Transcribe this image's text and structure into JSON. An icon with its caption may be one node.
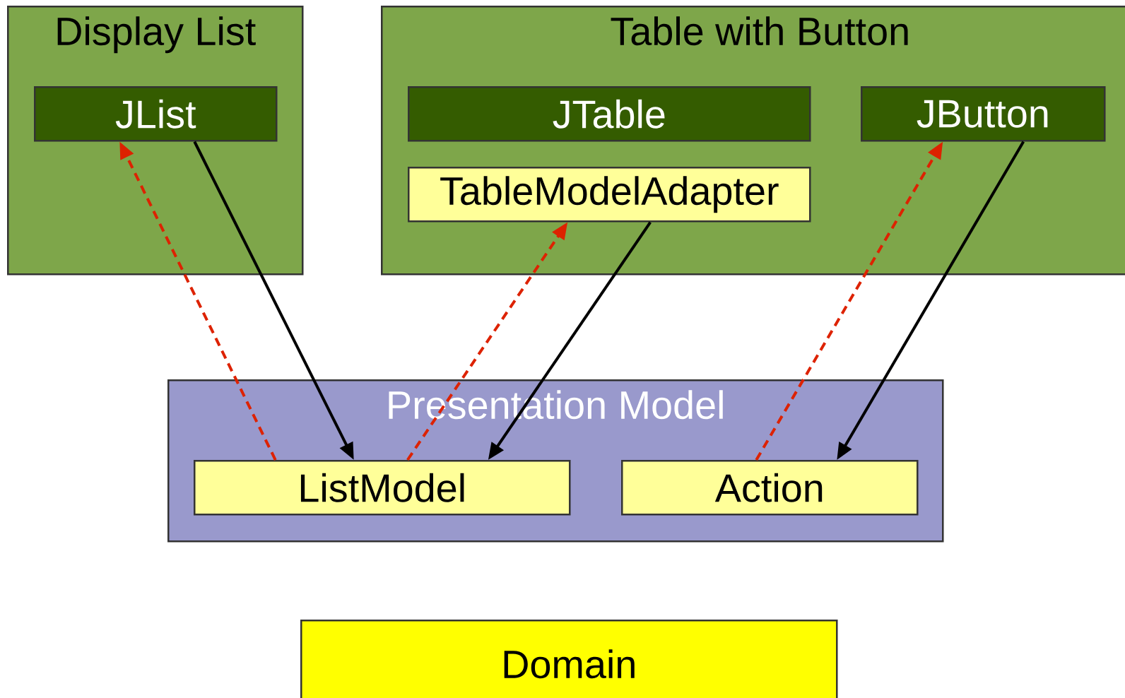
{
  "diagram": {
    "nodes": [
      {
        "text": [
          "Display List"
        ]
      },
      {
        "text": [
          "JList"
        ],
        "in": 0
      },
      {
        "text": [
          "Table with Button"
        ]
      },
      {
        "text": [
          "JTable"
        ],
        "in": 2
      },
      {
        "text": [
          "JButton"
        ],
        "in": 2
      },
      {
        "text": [
          "TableModelAdapter"
        ],
        "in": 2
      },
      {
        "text": [
          "Presentation Model"
        ]
      },
      {
        "text": [
          "ListModel"
        ],
        "in": 6
      },
      {
        "text": [
          "Action"
        ],
        "in": 6
      },
      {
        "text": [
          "Domain"
        ]
      }
    ],
    "edges": [
      {
        "from": 1,
        "to": 7,
        "arrow": "to"
      },
      {
        "from": 7,
        "to": 1,
        "arrow": "to",
        "style": "dashed",
        "color": "#dd2200"
      },
      {
        "from": 5,
        "to": 7,
        "arrow": "to"
      },
      {
        "from": 7,
        "to": 5,
        "arrow": "to",
        "style": "dashed",
        "color": "#dd2200"
      },
      {
        "from": 4,
        "to": 8,
        "arrow": "to"
      },
      {
        "from": 8,
        "to": 4,
        "arrow": "to",
        "style": "dashed",
        "color": "#dd2200"
      }
    ]
  }
}
